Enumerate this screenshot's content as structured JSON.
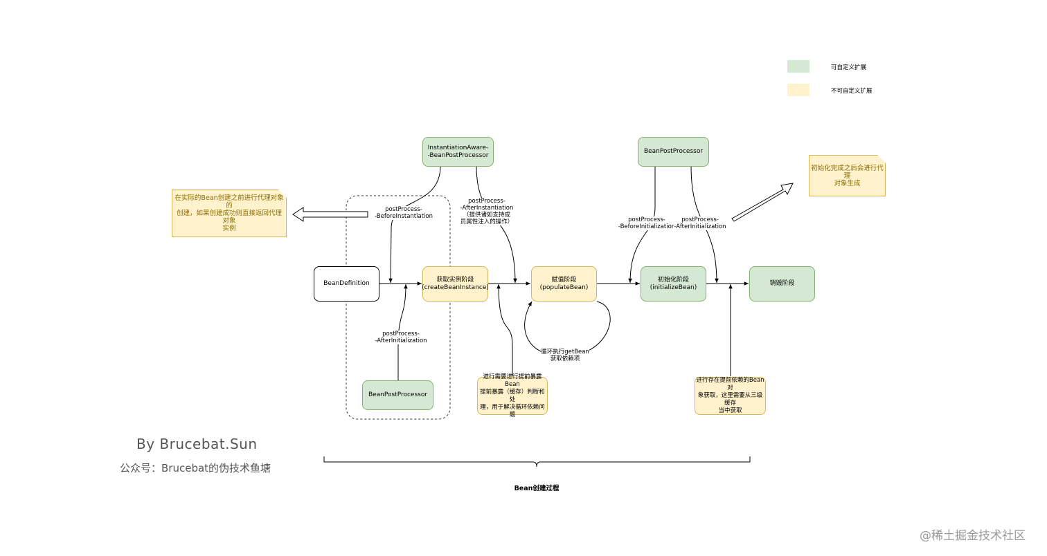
{
  "legend": [
    {
      "label": "可自定义扩展",
      "color": "#d5e8d4"
    },
    {
      "label": "不可自定义扩展",
      "color": "#fff2cc"
    }
  ],
  "nodes": {
    "bean_definition": "BeanDefinition",
    "create_instance": "获取实例阶段\n(createBeanInstance)",
    "populate": "赋值阶段\n(populateBean)",
    "initialize": "初始化阶段\n(initializeBean)",
    "destroy": "销毁阶段",
    "inst_aware_bpp": "InstantiationAware-\n-BeanPostProcessor",
    "bpp_top": "BeanPostProcessor",
    "bpp_bottom": "BeanPostProcessor",
    "early_expose": "进行需要进行提前暴露Bean\n提前暴露（缓存）判断和处\n理，用于解决循环依赖问题",
    "early_get": "进行存在提前依赖的Bean对\n象获取，这里需要从三级缓存\n当中获取"
  },
  "notes": {
    "proxy_before": "在实际的Bean创建之前进行代理对象的\n创建，如果创建成功则直接返回代理对象\n实例",
    "proxy_after": "初始化完成之后会进行代理\n对象生成"
  },
  "labels": {
    "before_instantiation": "postProcess-\n-BeforeInstantiation",
    "after_instantiation": "postProcess-\n-AfterInstantiation\n（提供诸如支持成\n员属性注入的操作）",
    "after_initialization_left": "postProcess-\n-AfterInitialization",
    "before_initialization": "postProcess-\n-BeforeInitialization",
    "after_initialization_right": "postProcess-\n-AfterInitialization",
    "loop": "循环执行getBean\n获取依赖项"
  },
  "brace_label": "Bean创建过程",
  "signature": {
    "author": "By Brucebat.Sun",
    "account": "公众号：Brucebat的伪技术鱼塘"
  },
  "watermark": "@稀土掘金技术社区"
}
